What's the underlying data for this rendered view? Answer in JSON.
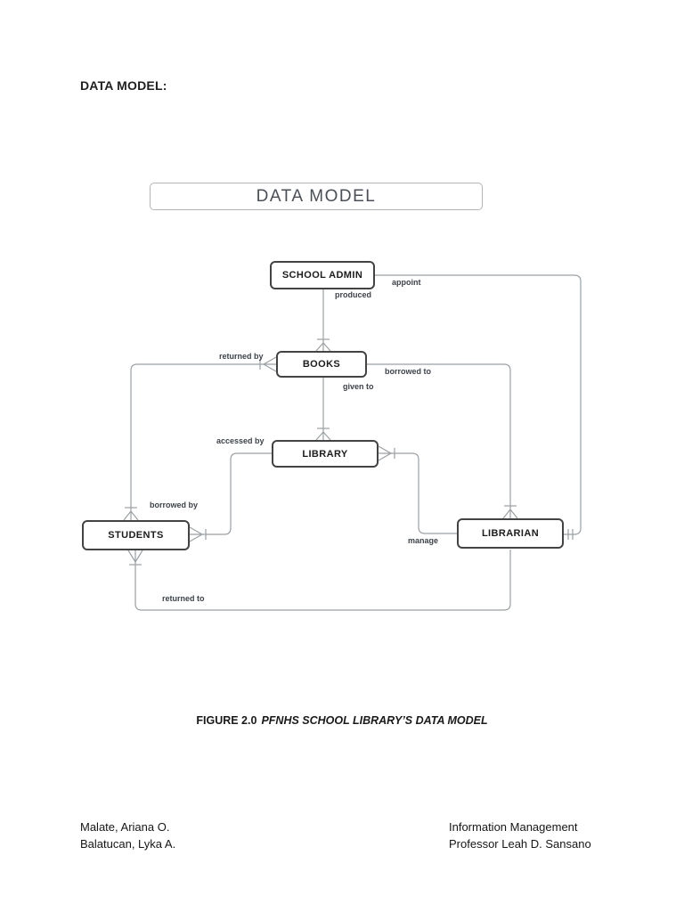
{
  "document": {
    "heading": "DATA MODEL:",
    "title": "DATA MODEL",
    "caption": {
      "figure_label": "FIGURE 2.0",
      "figure_title": "PFNHS SCHOOL LIBRARY’S DATA MODEL"
    },
    "footer": {
      "authors": [
        "Malate, Ariana O.",
        "Balatucan, Lyka A."
      ],
      "course": "Information Management",
      "professor": "Professor Leah D. Sansano"
    }
  },
  "diagram": {
    "entities": [
      {
        "id": "school-admin",
        "label": "SCHOOL ADMIN"
      },
      {
        "id": "books",
        "label": "BOOKS"
      },
      {
        "id": "library",
        "label": "LIBRARY"
      },
      {
        "id": "students",
        "label": "STUDENTS"
      },
      {
        "id": "librarian",
        "label": "LIBRARIAN"
      }
    ],
    "relationships": [
      {
        "from": "SCHOOL ADMIN",
        "to": "BOOKS",
        "label": "produced"
      },
      {
        "from": "SCHOOL ADMIN",
        "to": "LIBRARIAN",
        "label": "appoint"
      },
      {
        "from": "BOOKS",
        "to": "STUDENTS",
        "label": "returned by"
      },
      {
        "from": "BOOKS",
        "to": "LIBRARIAN",
        "label": "borrowed to"
      },
      {
        "from": "BOOKS",
        "to": "LIBRARY",
        "label": "given to"
      },
      {
        "from": "LIBRARY",
        "to": "STUDENTS",
        "label": "accessed by"
      },
      {
        "from": "STUDENTS",
        "to": "LIBRARY",
        "label": "borrowed by"
      },
      {
        "from": "LIBRARY",
        "to": "LIBRARIAN",
        "label": "manage"
      },
      {
        "from": "STUDENTS",
        "to": "LIBRARIAN",
        "label": "returned to"
      }
    ],
    "colors": {
      "entity_border": "#434343",
      "connector_line": "#9aa0a4",
      "relationship_text": "#3d424a",
      "title_text": "#4a4f57",
      "title_border": "#b5b5b5",
      "page_background": "#ffffff"
    }
  }
}
